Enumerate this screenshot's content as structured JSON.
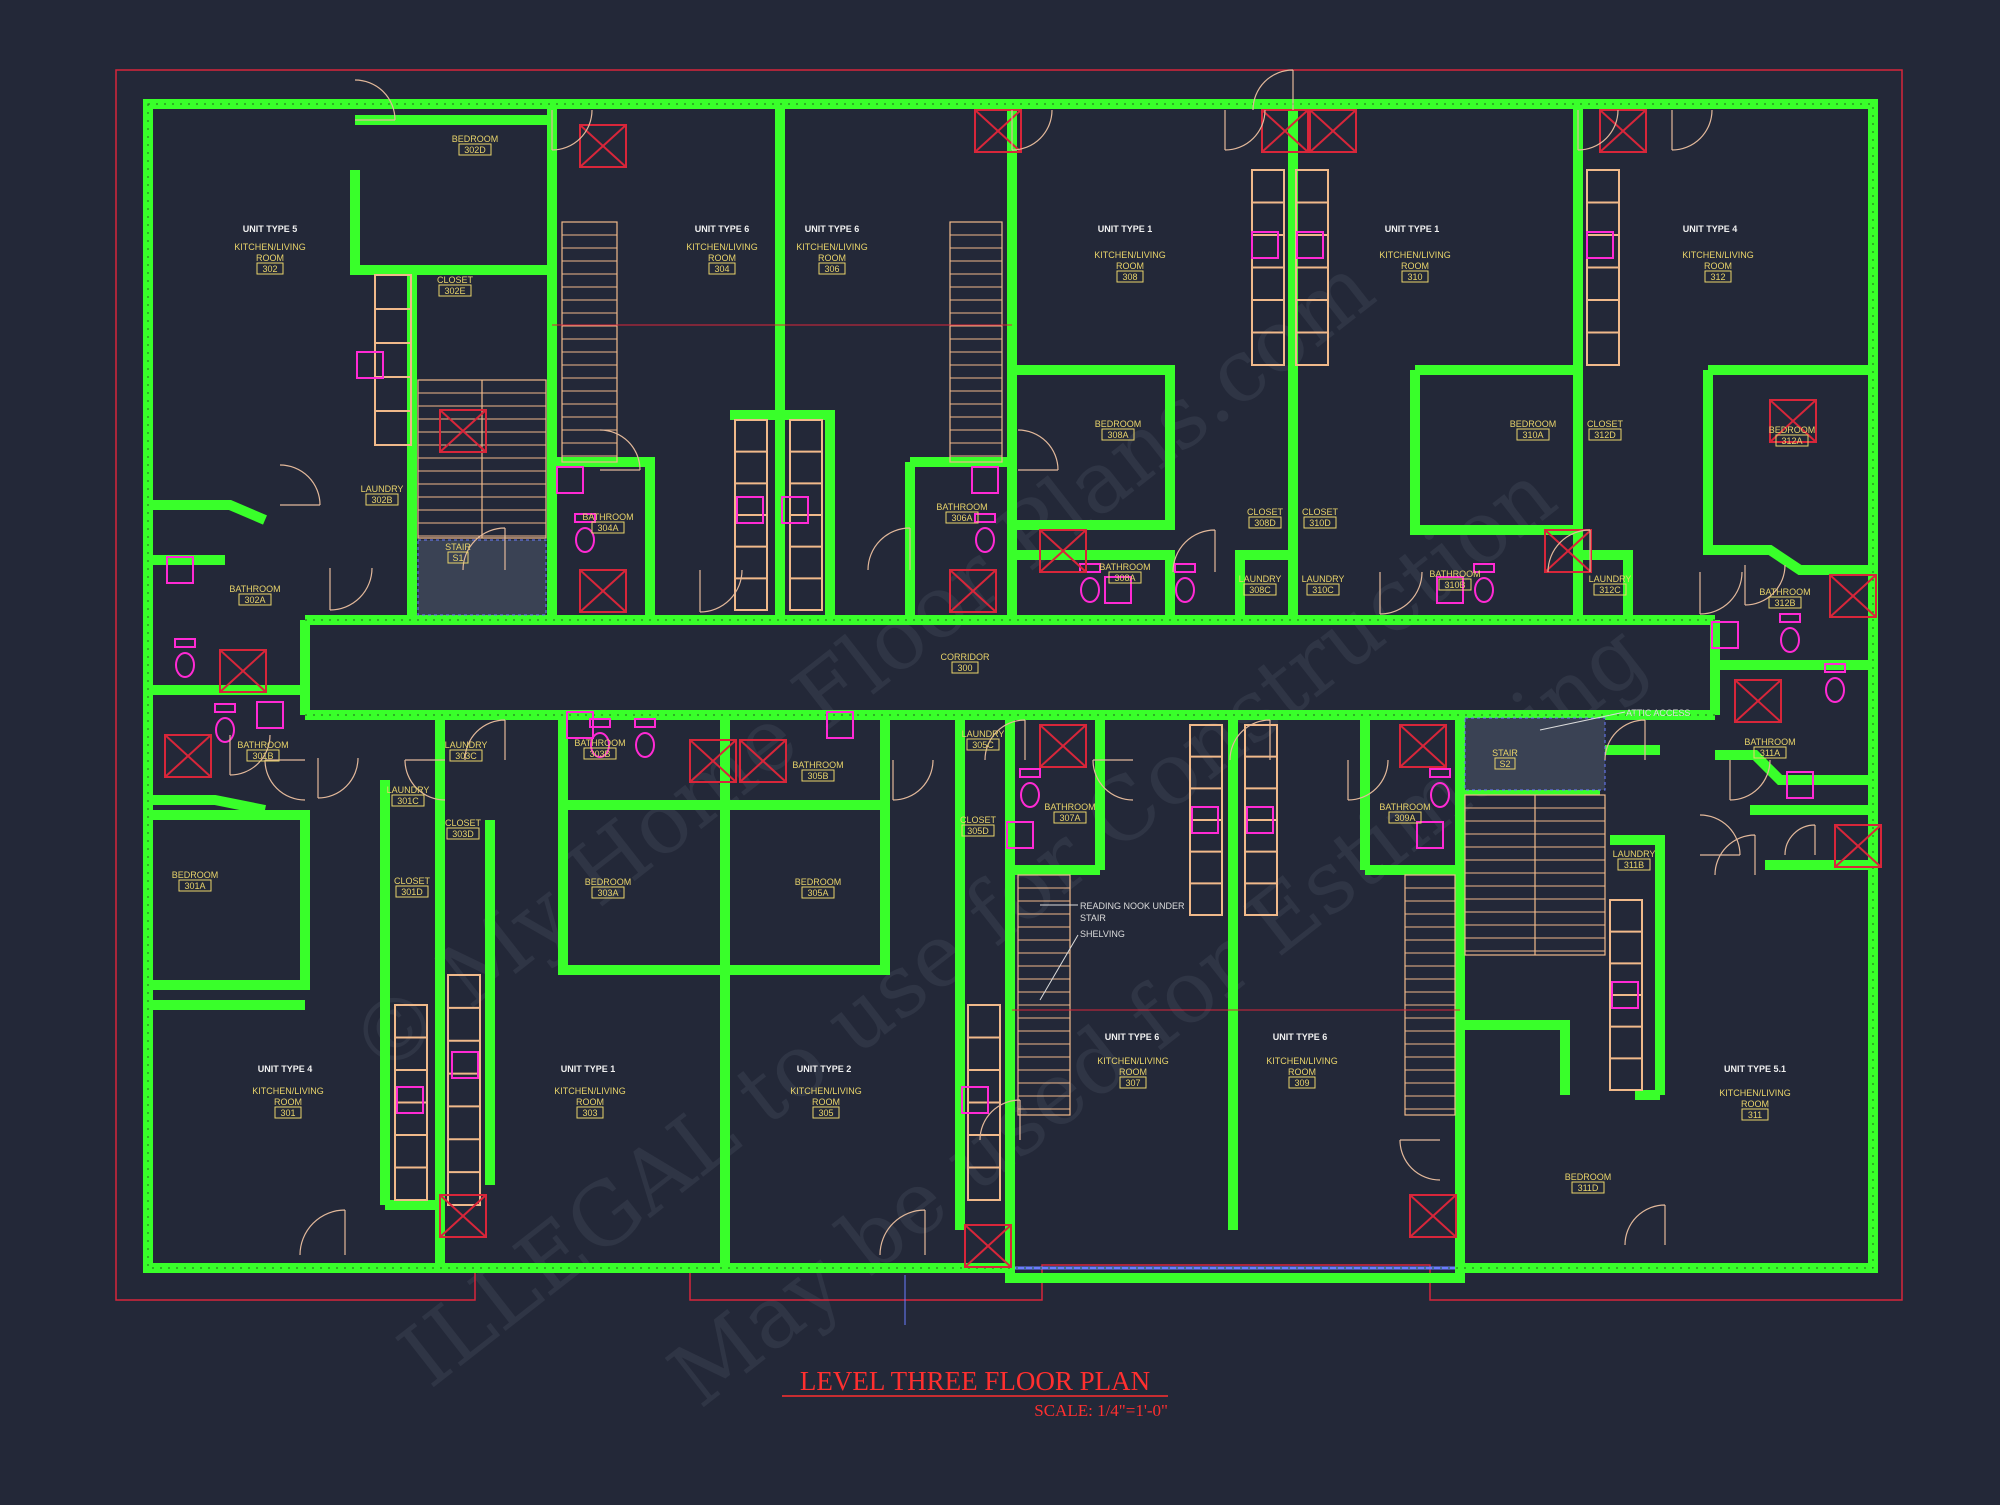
{
  "plan": {
    "title": "LEVEL THREE FLOOR PLAN",
    "scale": "SCALE: 1/4\"=1'-0\"",
    "watermark_lines": [
      "© My Home Floor Plans.com",
      "ILLEGAL to use for Construction",
      "May be used for Estimating"
    ]
  },
  "rooms": [
    {
      "lines": [
        "UNIT TYPE 5"
      ],
      "kind": "unit"
    },
    {
      "lines": [
        "KITCHEN/LIVING",
        "ROOM"
      ],
      "number": "302",
      "kind": "room"
    },
    {
      "lines": [
        "BEDROOM"
      ],
      "number": "302D",
      "kind": "room"
    },
    {
      "lines": [
        "CLOSET"
      ],
      "number": "302E",
      "kind": "room"
    },
    {
      "lines": [
        "LAUNDRY"
      ],
      "number": "302B",
      "kind": "room"
    },
    {
      "lines": [
        "BATHROOM"
      ],
      "number": "302A",
      "kind": "room"
    },
    {
      "lines": [
        "STAIR"
      ],
      "number": "S1",
      "kind": "room"
    },
    {
      "lines": [
        "BATHROOM"
      ],
      "number": "304A",
      "kind": "room"
    },
    {
      "lines": [
        "UNIT TYPE 6"
      ],
      "kind": "unit"
    },
    {
      "lines": [
        "KITCHEN/LIVING",
        "ROOM"
      ],
      "number": "304",
      "kind": "room"
    },
    {
      "lines": [
        "UNIT TYPE 6"
      ],
      "kind": "unit"
    },
    {
      "lines": [
        "KITCHEN/LIVING",
        "ROOM"
      ],
      "number": "306",
      "kind": "room"
    },
    {
      "lines": [
        "BATHROOM"
      ],
      "number": "306A",
      "kind": "room"
    },
    {
      "lines": [
        "UNIT TYPE 1"
      ],
      "kind": "unit"
    },
    {
      "lines": [
        "KITCHEN/LIVING",
        "ROOM"
      ],
      "number": "308",
      "kind": "room"
    },
    {
      "lines": [
        "BEDROOM"
      ],
      "number": "308A",
      "kind": "room"
    },
    {
      "lines": [
        "BATHROOM"
      ],
      "number": "308A",
      "kind": "room"
    },
    {
      "lines": [
        "CLOSET"
      ],
      "number": "308D",
      "kind": "room"
    },
    {
      "lines": [
        "CLOSET"
      ],
      "number": "310D",
      "kind": "room"
    },
    {
      "lines": [
        "LAUNDRY"
      ],
      "number": "308C",
      "kind": "room"
    },
    {
      "lines": [
        "LAUNDRY"
      ],
      "number": "310C",
      "kind": "room"
    },
    {
      "lines": [
        "UNIT TYPE 1"
      ],
      "kind": "unit"
    },
    {
      "lines": [
        "KITCHEN/LIVING",
        "ROOM"
      ],
      "number": "310",
      "kind": "room"
    },
    {
      "lines": [
        "BEDROOM"
      ],
      "number": "310A",
      "kind": "room"
    },
    {
      "lines": [
        "BATHROOM"
      ],
      "number": "310B",
      "kind": "room"
    },
    {
      "lines": [
        "CLOSET"
      ],
      "number": "312D",
      "kind": "room"
    },
    {
      "lines": [
        "LAUNDRY"
      ],
      "number": "312C",
      "kind": "room"
    },
    {
      "lines": [
        "UNIT TYPE 4"
      ],
      "kind": "unit"
    },
    {
      "lines": [
        "KITCHEN/LIVING",
        "ROOM"
      ],
      "number": "312",
      "kind": "room"
    },
    {
      "lines": [
        "BEDROOM"
      ],
      "number": "312A",
      "kind": "room"
    },
    {
      "lines": [
        "BATHROOM"
      ],
      "number": "312B",
      "kind": "room"
    },
    {
      "lines": [
        "CORRIDOR"
      ],
      "number": "300",
      "kind": "room"
    },
    {
      "lines": [
        "BATHROOM"
      ],
      "number": "301B",
      "kind": "room"
    },
    {
      "lines": [
        "LAUNDRY"
      ],
      "number": "301C",
      "kind": "room"
    },
    {
      "lines": [
        "LAUNDRY"
      ],
      "number": "303C",
      "kind": "room"
    },
    {
      "lines": [
        "CLOSET"
      ],
      "number": "303D",
      "kind": "room"
    },
    {
      "lines": [
        "CLOSET"
      ],
      "number": "301D",
      "kind": "room"
    },
    {
      "lines": [
        "BEDROOM"
      ],
      "number": "301A",
      "kind": "room"
    },
    {
      "lines": [
        "UNIT TYPE 4"
      ],
      "kind": "unit"
    },
    {
      "lines": [
        "KITCHEN/LIVING",
        "ROOM"
      ],
      "number": "301",
      "kind": "room"
    },
    {
      "lines": [
        "BATHROOM"
      ],
      "number": "303B",
      "kind": "room"
    },
    {
      "lines": [
        "BATHROOM"
      ],
      "number": "305B",
      "kind": "room"
    },
    {
      "lines": [
        "BEDROOM"
      ],
      "number": "303A",
      "kind": "room"
    },
    {
      "lines": [
        "BEDROOM"
      ],
      "number": "305A",
      "kind": "room"
    },
    {
      "lines": [
        "UNIT TYPE 1"
      ],
      "kind": "unit"
    },
    {
      "lines": [
        "KITCHEN/LIVING",
        "ROOM"
      ],
      "number": "303",
      "kind": "room"
    },
    {
      "lines": [
        "UNIT TYPE 2"
      ],
      "kind": "unit"
    },
    {
      "lines": [
        "KITCHEN/LIVING",
        "ROOM"
      ],
      "number": "305",
      "kind": "room"
    },
    {
      "lines": [
        "LAUNDRY"
      ],
      "number": "305C",
      "kind": "room"
    },
    {
      "lines": [
        "CLOSET"
      ],
      "number": "305D",
      "kind": "room"
    },
    {
      "lines": [
        "BATHROOM"
      ],
      "number": "307A",
      "kind": "room"
    },
    {
      "lines": [
        "UNIT TYPE 6"
      ],
      "kind": "unit"
    },
    {
      "lines": [
        "KITCHEN/LIVING",
        "ROOM"
      ],
      "number": "307",
      "kind": "room"
    },
    {
      "lines": [
        "UNIT TYPE 6"
      ],
      "kind": "unit"
    },
    {
      "lines": [
        "KITCHEN/LIVING",
        "ROOM"
      ],
      "number": "309",
      "kind": "room"
    },
    {
      "lines": [
        "BATHROOM"
      ],
      "number": "309A",
      "kind": "room"
    },
    {
      "lines": [
        "STAIR"
      ],
      "number": "S2",
      "kind": "room"
    },
    {
      "lines": [
        "BATHROOM"
      ],
      "number": "311A",
      "kind": "room"
    },
    {
      "lines": [
        "LAUNDRY"
      ],
      "number": "311B",
      "kind": "room"
    },
    {
      "lines": [
        "UNIT TYPE 5.1"
      ],
      "kind": "unit"
    },
    {
      "lines": [
        "KITCHEN/LIVING",
        "ROOM"
      ],
      "number": "311",
      "kind": "room"
    },
    {
      "lines": [
        "BEDROOM"
      ],
      "number": "311D",
      "kind": "room"
    }
  ],
  "notes": [
    "ATTIC ACCESS",
    "READING NOOK UNDER",
    "STAIR",
    "SHELVING"
  ],
  "colors": {
    "background": "#232838",
    "wall": "#39ff2a",
    "fixture": "#ff2ad4",
    "cabinet": "#f0b98a",
    "frame": "#d8263a",
    "label": "#e8d36a",
    "window": "#6a7cff"
  }
}
